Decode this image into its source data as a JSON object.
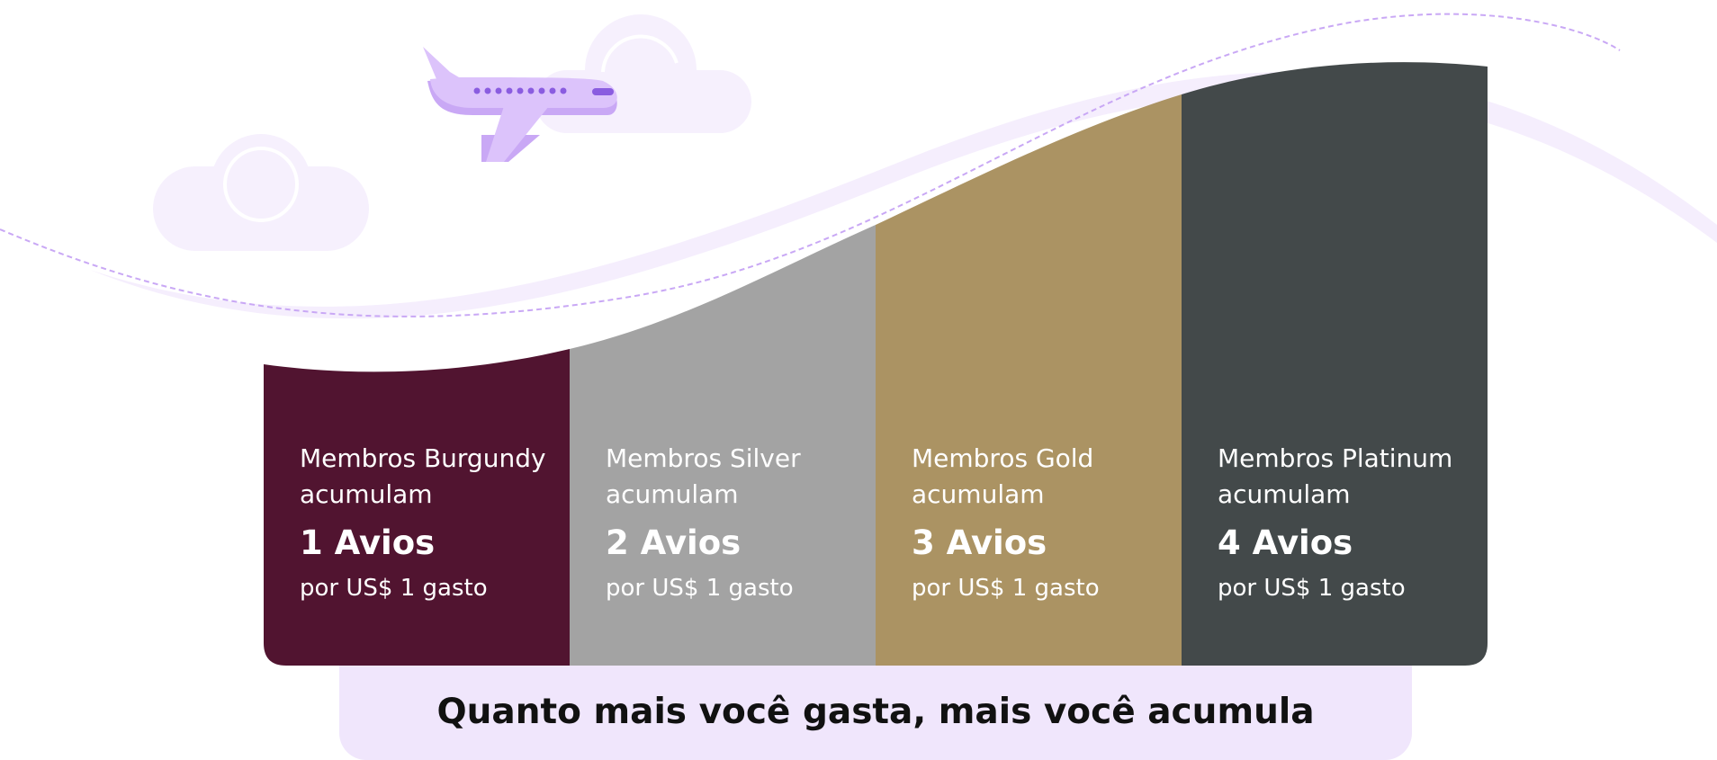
{
  "colors": {
    "burgundy": "#511430",
    "silver": "#a3a3a3",
    "gold": "#ab9363",
    "platinum": "#43494a",
    "accent_lavender": "#c9a8f5",
    "band": "#f0e6fc"
  },
  "tiers": [
    {
      "line1": "Membros Burgundy",
      "line2": "acumulam",
      "amount": "1 Avios",
      "per": "por US$ 1 gasto",
      "color": "#511430"
    },
    {
      "line1": "Membros Silver",
      "line2": "acumulam",
      "amount": "2 Avios",
      "per": "por US$ 1 gasto",
      "color": "#a3a3a3"
    },
    {
      "line1": "Membros Gold",
      "line2": "acumulam",
      "amount": "3 Avios",
      "per": "por US$ 1 gasto",
      "color": "#ab9363"
    },
    {
      "line1": "Membros Platinum",
      "line2": "acumulam",
      "amount": "4 Avios",
      "per": "por US$ 1 gasto",
      "color": "#43494a"
    }
  ],
  "tagline": "Quanto mais você gasta, mais você acumula",
  "icons": [
    "airplane-icon",
    "cloud-icon",
    "cloud-icon"
  ]
}
